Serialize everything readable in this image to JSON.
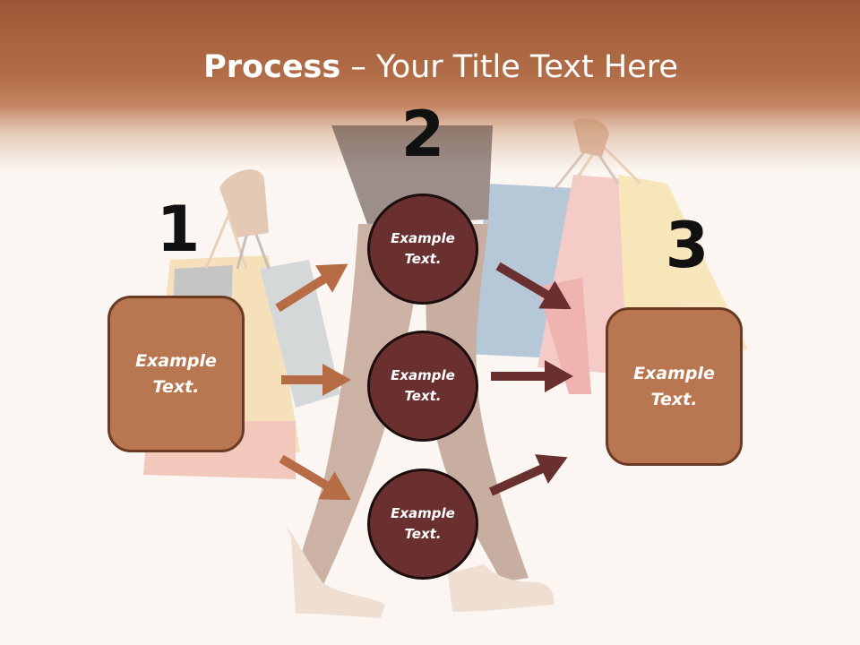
{
  "title": {
    "bold": "Process",
    "rest": " – Your Title Text Here"
  },
  "steps": [
    {
      "number": "1",
      "text_line1": "Example",
      "text_line2": "Text."
    },
    {
      "number": "2"
    },
    {
      "number": "3",
      "text_line1": "Example",
      "text_line2": "Text."
    }
  ],
  "circles": [
    {
      "text_line1": "Example",
      "text_line2": "Text."
    },
    {
      "text_line1": "Example",
      "text_line2": "Text."
    },
    {
      "text_line1": "Example",
      "text_line2": "Text."
    }
  ],
  "colors": {
    "header": "#b26e48",
    "box_fill": "#b87651",
    "box_border": "#6b3a24",
    "circle_fill": "#6a3030",
    "arrow_left": "#b66c44",
    "arrow_right": "#6a3030"
  }
}
